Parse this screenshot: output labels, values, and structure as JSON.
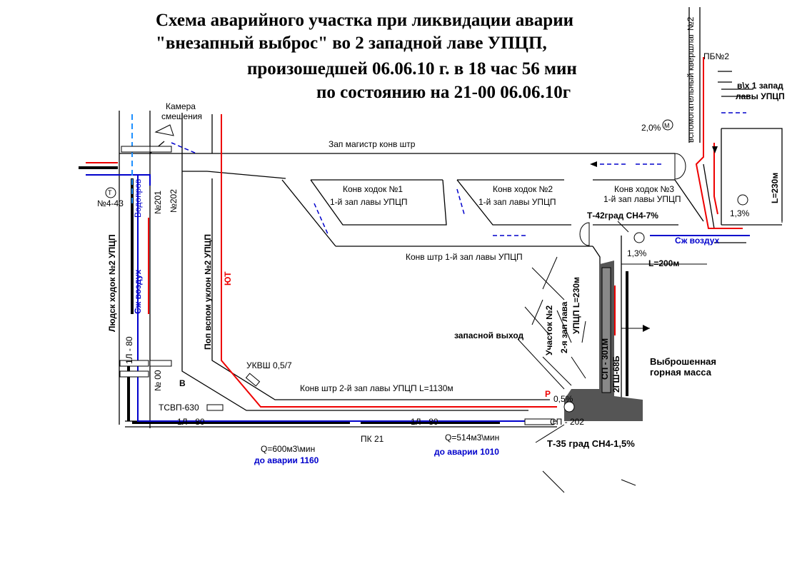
{
  "title": {
    "line1": "Схема аварийного участка при ликвидации аварии",
    "line2": "\"внезапный выброс\" во 2 западной лаве УПЦП,",
    "line3": "произошедшей 06.06.10 г. в 18 час 56 мин",
    "line4": "по состоянию на 21-00    06.06.10г"
  },
  "labels": {
    "mixing_chamber_1": "Камера",
    "mixing_chamber_2": "смешения",
    "main_conveyor": "Зап магистр  конв  штр",
    "conv_path_1a": "Конв  ходок №1",
    "conv_path_1b": "1-й  зап  лавы  УПЦП",
    "conv_path_2a": "Конв  ходок №2",
    "conv_path_2b": "1-й  зап  лавы  УПЦП",
    "conv_path_3a": "Конв  ходок №3",
    "conv_path_3b": "1-й зап лавы УПЦП",
    "t42": "Т-42град  СН4-7%",
    "fresh_air_right": "Сж воздух",
    "pct_13_top": "1,3%",
    "pct_13_right": "1,3%",
    "pct_20": "2,0%",
    "l200": "L=200м",
    "l230": "L=230м",
    "conv_drift_1": "Конв  штр 1-й зап лавы УПЦП",
    "lyudsk": "Людск  ходок №2  УПЦП",
    "fresh_air_left": "Сж воздух",
    "water_pipe": "Водопров",
    "t_4_43": "№4-43",
    "n201": "№201",
    "n202": "№202",
    "incline": "Поп  вспом  уклон №2  УПЦП",
    "yut": "ЮТ",
    "ukvsh": "УКВШ 0,5/7",
    "b_letter": "В",
    "conv_drift_2": "Конв  штр  2-й зап  лавы  УПЦП  L=1130м",
    "tsvp": "ТСВП-630",
    "p_letter": "Р",
    "pct_05": "0,5%",
    "spare_exit": "запасной выход",
    "section_1": "Участок №2",
    "section_2": "2-я  зап  лава",
    "section_3": "УПЦП L=230м",
    "sp301": "СП - 301М",
    "2gsh": "2ГШ-68Б",
    "ejected_1": "Выброшенная",
    "ejected_2": "горная масса",
    "sp202": "СП - 202",
    "t35": "Т-35 град  СН4-1,5%",
    "pk21": "ПК 21",
    "q600": "Q=600м3\\мин",
    "before_1160": "до аварии 1160",
    "q514": "Q=514м3\\мин",
    "before_1010": "до аварии 1010",
    "1l80_a": "1Л - 80",
    "1l80_b": "1Л - 80",
    "1l80_left": "1Л - 80",
    "n00": "№ 00",
    "pbn2": "ПБ№2",
    "vx_1": "в\\х   1 запад",
    "vx_2": "лавы  УПЦП",
    "aux_shaft": "вспомогательный квершлаг №2",
    "t_letter": "Т",
    "m_letter": "М"
  },
  "colors": {
    "red_line": "#ee0000",
    "blue_line": "#0000cc",
    "light_blue_dash": "#1e90ff",
    "dark_fill": "#555555"
  }
}
